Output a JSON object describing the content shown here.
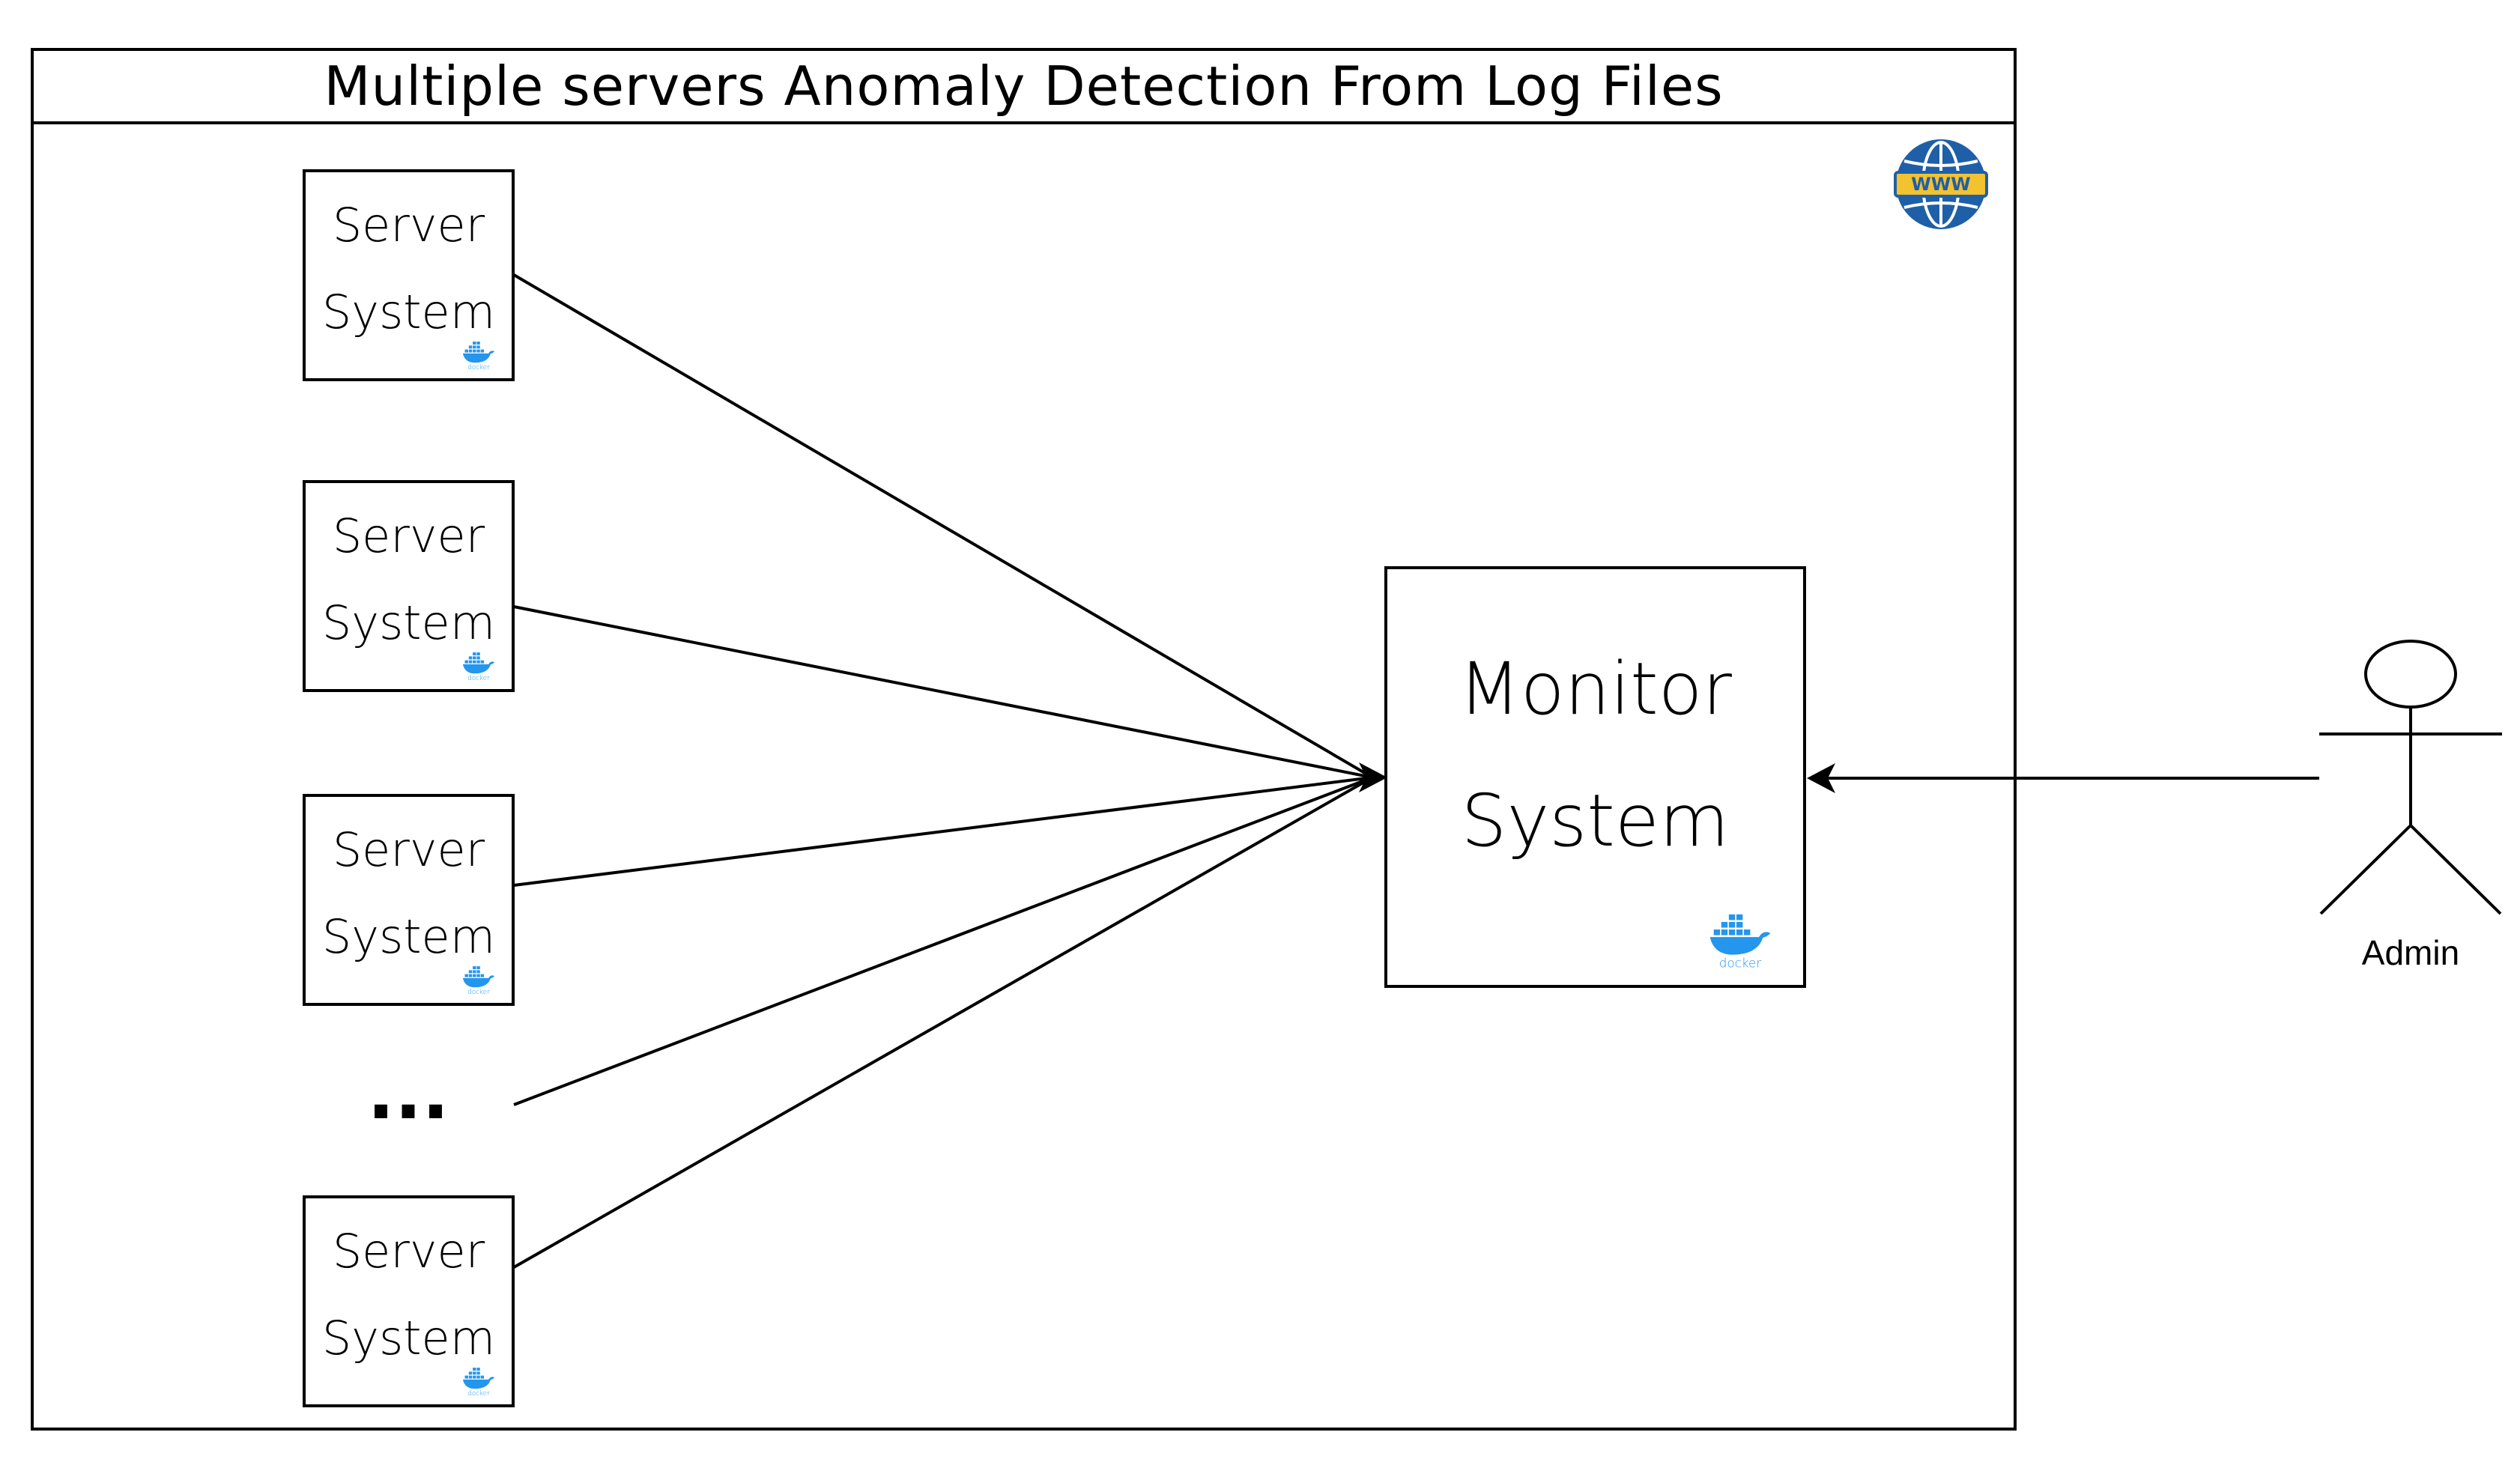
{
  "diagram": {
    "title": "Multiple servers Anomaly Detection From Log Files",
    "servers": [
      {
        "line1": "Server",
        "line2": "System",
        "badge": "docker"
      },
      {
        "line1": "Server",
        "line2": "System",
        "badge": "docker"
      },
      {
        "line1": "Server",
        "line2": "System",
        "badge": "docker"
      },
      {
        "line1": "Server",
        "line2": "System",
        "badge": "docker"
      }
    ],
    "ellipsis": "...",
    "monitor": {
      "line1": "Monitor",
      "line2": "System",
      "badge": "docker"
    },
    "actor": {
      "label": "Admin"
    },
    "icons": {
      "web": "www-globe-icon",
      "container": "docker-whale-icon"
    },
    "colors": {
      "line": "#000000",
      "docker": "#2496ED",
      "globe_blue": "#1F5FA8",
      "globe_band": "#F2C230"
    }
  }
}
